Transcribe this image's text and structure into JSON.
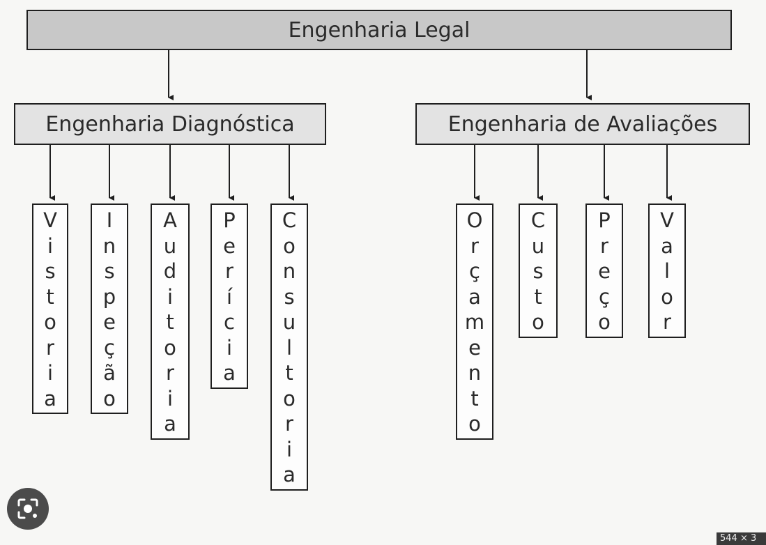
{
  "diagram": {
    "root": {
      "label": "Engenharia Legal"
    },
    "branches": [
      {
        "label": "Engenharia Diagnóstica",
        "children": [
          "Vistoria",
          "Inspeção",
          "Auditoria",
          "Perícia",
          "Consultoria"
        ]
      },
      {
        "label": "Engenharia de Avaliações",
        "children": [
          "Orçamento",
          "Custo",
          "Preço",
          "Valor"
        ]
      }
    ]
  },
  "overlay": {
    "lens_icon": "camera-lens-icon",
    "size_badge": "544 × 3"
  },
  "colors": {
    "root_fill": "#c8c8c8",
    "branch_fill": "#e3e3e3",
    "leaf_fill": "#fdfdfd",
    "stroke": "#1f1f1f"
  }
}
